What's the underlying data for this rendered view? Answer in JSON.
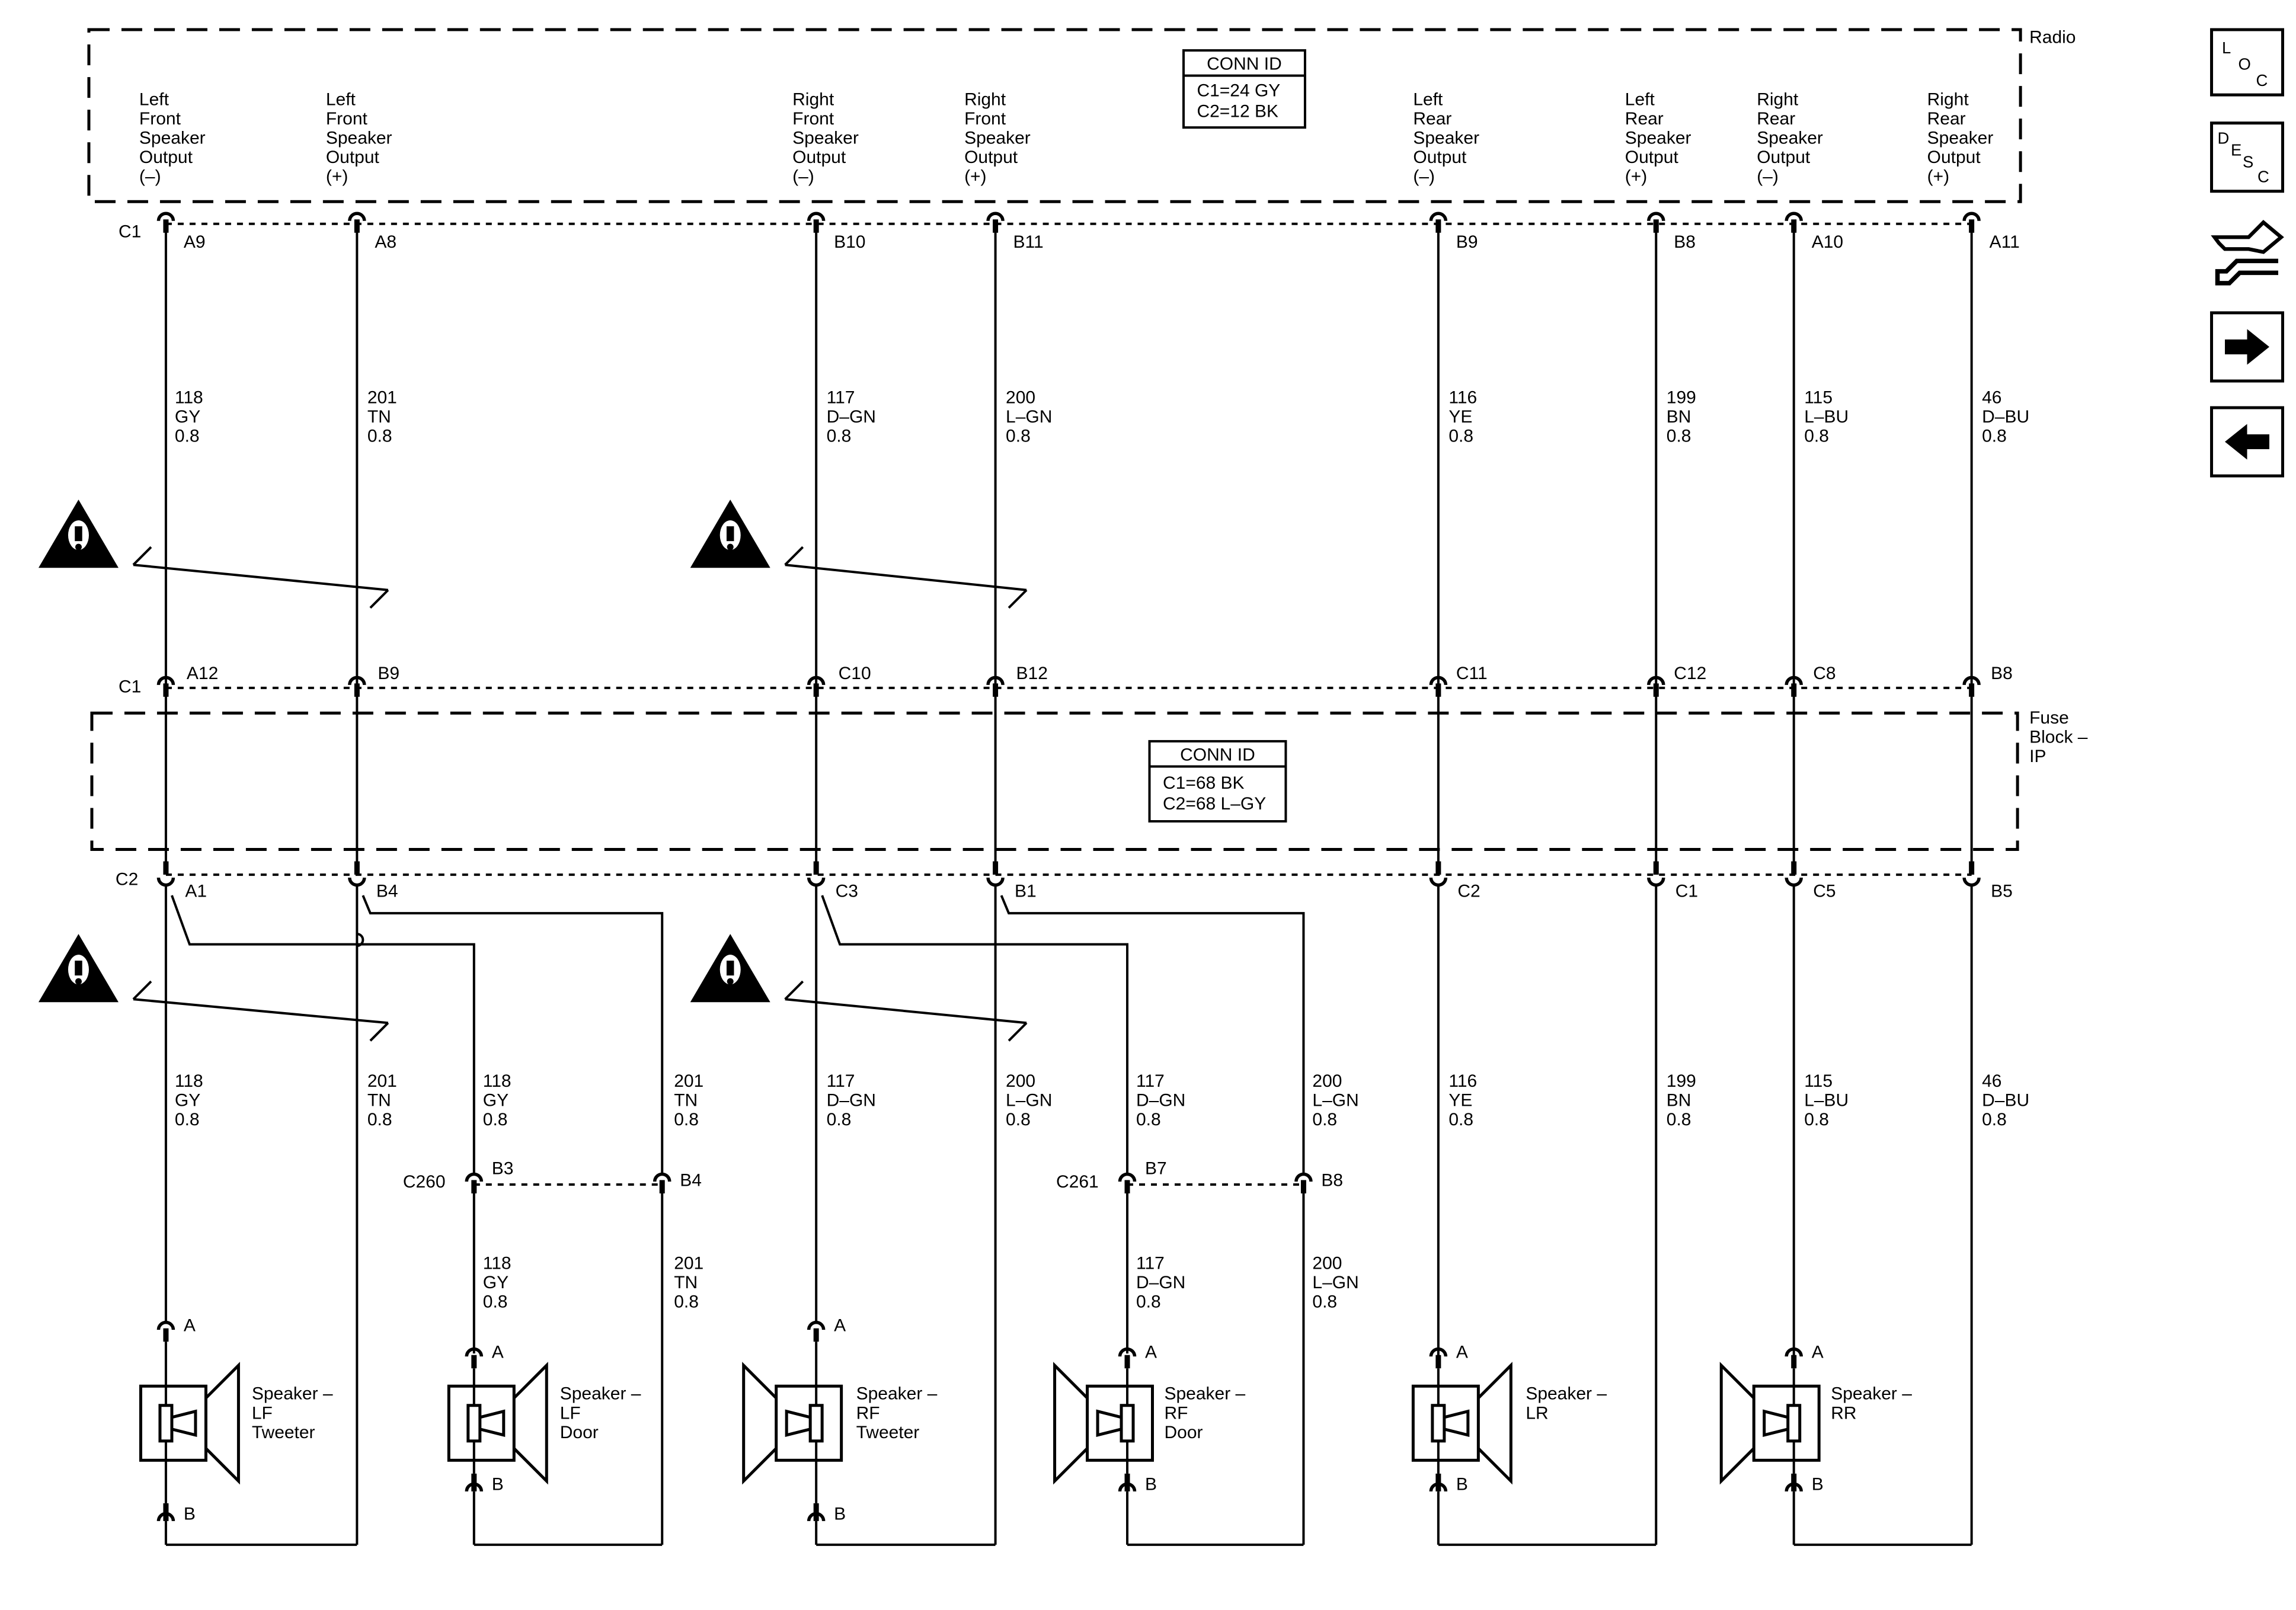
{
  "radio": {
    "title": "Radio",
    "conn_id_header": "CONN ID",
    "conn_ids": [
      "C1=24 GY",
      "C2=12 BK"
    ],
    "connector": "C1",
    "outputs": [
      [
        "Left",
        "Front",
        "Speaker",
        "Output",
        "(–)"
      ],
      [
        "Left",
        "Front",
        "Speaker",
        "Output",
        "(+)"
      ],
      [
        "Right",
        "Front",
        "Speaker",
        "Output",
        "(–)"
      ],
      [
        "Right",
        "Front",
        "Speaker",
        "Output",
        "(+)"
      ],
      [
        "Left",
        "Rear",
        "Speaker",
        "Output",
        "(–)"
      ],
      [
        "Left",
        "Rear",
        "Speaker",
        "Output",
        "(+)"
      ],
      [
        "Right",
        "Rear",
        "Speaker",
        "Output",
        "(–)"
      ],
      [
        "Right",
        "Rear",
        "Speaker",
        "Output",
        "(+)"
      ]
    ],
    "pins": [
      "A9",
      "A8",
      "B10",
      "B11",
      "B9",
      "B8",
      "A10",
      "A11"
    ]
  },
  "wires_upper": [
    [
      "118",
      "GY",
      "0.8"
    ],
    [
      "201",
      "TN",
      "0.8"
    ],
    [
      "117",
      "D–GN",
      "0.8"
    ],
    [
      "200",
      "L–GN",
      "0.8"
    ],
    [
      "116",
      "YE",
      "0.8"
    ],
    [
      "199",
      "BN",
      "0.8"
    ],
    [
      "115",
      "L–BU",
      "0.8"
    ],
    [
      "46",
      "D–BU",
      "0.8"
    ]
  ],
  "fuse_block": {
    "title": [
      "Fuse",
      "Block –",
      "IP"
    ],
    "conn_id_header": "CONN ID",
    "conn_ids": [
      "C1=68 BK",
      "C2=68 L–GY"
    ],
    "top_connector": "C1",
    "top_pins": [
      "A12",
      "B9",
      "C10",
      "B12",
      "C11",
      "C12",
      "C8",
      "B8"
    ],
    "bottom_connector": "C2",
    "bottom_pins": [
      "A1",
      "B4",
      "C3",
      "B1",
      "C2",
      "C1",
      "C5",
      "B5"
    ]
  },
  "wires_lower": [
    [
      "118",
      "GY",
      "0.8"
    ],
    [
      "201",
      "TN",
      "0.8"
    ],
    [
      "118",
      "GY",
      "0.8"
    ],
    [
      "201",
      "TN",
      "0.8"
    ],
    [
      "117",
      "D–GN",
      "0.8"
    ],
    [
      "200",
      "L–GN",
      "0.8"
    ],
    [
      "117",
      "D–GN",
      "0.8"
    ],
    [
      "200",
      "L–GN",
      "0.8"
    ],
    [
      "116",
      "YE",
      "0.8"
    ],
    [
      "199",
      "BN",
      "0.8"
    ],
    [
      "115",
      "L–BU",
      "0.8"
    ],
    [
      "46",
      "D–BU",
      "0.8"
    ]
  ],
  "door_connectors": [
    {
      "name": "C260",
      "pins": [
        "B3",
        "B4"
      ]
    },
    {
      "name": "C261",
      "pins": [
        "B7",
        "B8"
      ]
    }
  ],
  "wires_door": [
    [
      "118",
      "GY",
      "0.8"
    ],
    [
      "201",
      "TN",
      "0.8"
    ],
    [
      "117",
      "D–GN",
      "0.8"
    ],
    [
      "200",
      "L–GN",
      "0.8"
    ]
  ],
  "speakers": [
    {
      "label": [
        "Speaker –",
        "LF",
        "Tweeter"
      ],
      "pin_a": "A",
      "pin_b": "B"
    },
    {
      "label": [
        "Speaker –",
        "LF",
        "Door"
      ],
      "pin_a": "A",
      "pin_b": "B"
    },
    {
      "label": [
        "Speaker –",
        "RF",
        "Tweeter"
      ],
      "pin_a": "A",
      "pin_b": "B"
    },
    {
      "label": [
        "Speaker –",
        "RF",
        "Door"
      ],
      "pin_a": "A",
      "pin_b": "B"
    },
    {
      "label": [
        "Speaker –",
        "LR"
      ],
      "pin_a": "A",
      "pin_b": "B"
    },
    {
      "label": [
        "Speaker –",
        "RR"
      ],
      "pin_a": "A",
      "pin_b": "B"
    }
  ],
  "sidebar": {
    "loc_letters": [
      "L",
      "O",
      "C"
    ],
    "desc_letters": [
      "D",
      "E",
      "S",
      "C"
    ],
    "icons": [
      "loc-icon",
      "desc-icon",
      "connector-tool-icon",
      "arrow-right-icon",
      "arrow-left-icon"
    ]
  }
}
